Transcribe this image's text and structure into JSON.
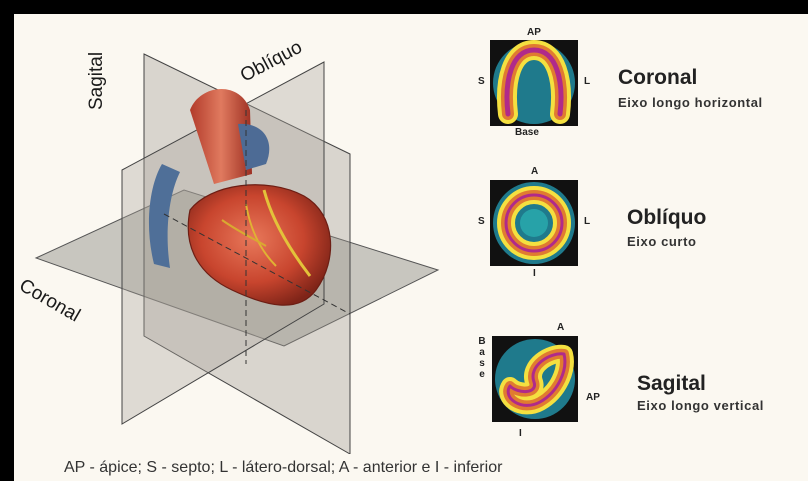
{
  "illustration": {
    "plane_labels": {
      "sagittal": "Sagital",
      "oblique": "Oblíquo",
      "coronal": "Coronal"
    }
  },
  "scans": [
    {
      "key": "coronal",
      "top": "AP",
      "left": "S",
      "right": "L",
      "bottom": "Base",
      "title": "Coronal",
      "subtitle": "Eixo longo horizontal"
    },
    {
      "key": "oblique",
      "top": "A",
      "left": "S",
      "right": "L",
      "bottom": "I",
      "title": "Oblíquo",
      "subtitle": "Eixo curto"
    },
    {
      "key": "sagittal",
      "top": "A",
      "left": "Base",
      "right": "AP",
      "bottom": "I",
      "title": "Sagital",
      "subtitle": "Eixo longo vertical"
    }
  ],
  "legend": "AP - ápice;  S - septo; L - látero-dorsal; A - anterior e I - inferior",
  "colors": {
    "frame": "#000000",
    "background": "#fbf8f1",
    "scan_bg": "#1f7a8c"
  }
}
